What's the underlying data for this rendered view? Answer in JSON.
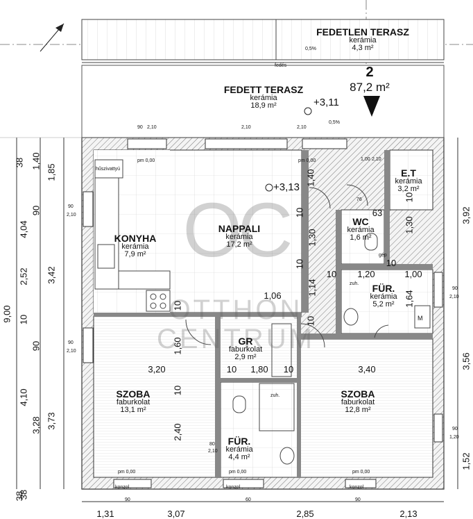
{
  "plan": {
    "floor_number": "2",
    "total_area": "87,2 m²",
    "north_arrow": "north-arrow-icon"
  },
  "watermark": {
    "logo": "OC",
    "line1": "OTTHON",
    "line2": "CENTRUM"
  },
  "rooms": [
    {
      "key": "fedetlen",
      "name": "FEDETLEN TERASZ",
      "material": "kerámia",
      "area": "4,3 m²"
    },
    {
      "key": "fedett",
      "name": "FEDETT TERASZ",
      "material": "kerámia",
      "area": "18,9 m²"
    },
    {
      "key": "nappali",
      "name": "NAPPALI",
      "material": "kerámia",
      "area": "17,2 m²"
    },
    {
      "key": "konyha",
      "name": "KONYHA",
      "material": "kerámia",
      "area": "7,9 m²"
    },
    {
      "key": "et",
      "name": "E.T",
      "material": "kerámia",
      "area": "3,2 m²"
    },
    {
      "key": "wc",
      "name": "WC",
      "material": "kerámia",
      "area": "1,6 m²"
    },
    {
      "key": "fur1",
      "name": "FÜR.",
      "material": "kerámia",
      "area": "5,2 m²"
    },
    {
      "key": "gr",
      "name": "GR",
      "material": "faburkolat",
      "area": "2,9 m²"
    },
    {
      "key": "szoba1",
      "name": "SZOBA",
      "material": "faburkolat",
      "area": "13,1 m²"
    },
    {
      "key": "szoba2",
      "name": "SZOBA",
      "material": "faburkolat",
      "area": "12,8 m²"
    },
    {
      "key": "fur2",
      "name": "FÜR.",
      "material": "kerámia",
      "area": "4,4 m²"
    }
  ],
  "levels": {
    "terasz": "+3,11",
    "nappali": "+3,13"
  },
  "dimensions": {
    "bottom": [
      "1,31",
      "3,07",
      "2,85",
      "2,13"
    ],
    "left_outer": [
      "9,00"
    ],
    "left_mid": [
      "4,04",
      "2,52",
      "10",
      "4,10",
      "38"
    ],
    "left_inner": [
      "38",
      "1,40",
      "1,85",
      "90",
      "3,42",
      "90",
      "3,28",
      "3,73",
      "38"
    ],
    "right": [
      "3,92",
      "3,56",
      "1,52"
    ],
    "interior": [
      "1,40",
      "10",
      "1,30",
      "10",
      "1,14",
      "1,06",
      "10",
      "1,60",
      "10",
      "2,40",
      "3,20",
      "10",
      "1,80",
      "10",
      "3,40",
      "10",
      "1,20",
      "10",
      "1,00",
      "63",
      "1,30",
      "1,64",
      "10",
      "10"
    ]
  },
  "small_labels": {
    "slope": "0,5%",
    "pm": "pm 0,00",
    "w90": "90",
    "w210": "2,10",
    "w120": "1,20",
    "w80": "80",
    "w60": "60",
    "w100": "1,00",
    "w76": "76",
    "w63": "63",
    "huto": "hűszivattyú",
    "zuh": "zuh.",
    "gep": "gép",
    "m": "M",
    "konzol": "konzol",
    "fedes": "fedés"
  }
}
